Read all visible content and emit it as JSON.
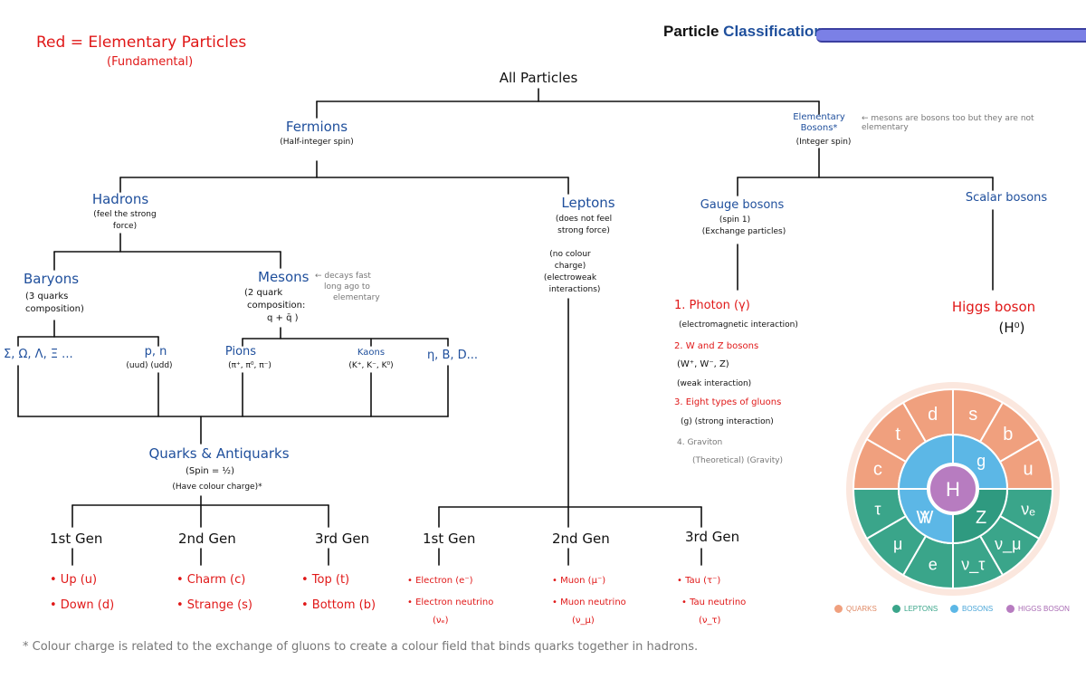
{
  "header": {
    "title_a": "Particle",
    "title_b": "Classification",
    "key_line1": "Red = Elementary Particles",
    "key_line2": "(Fundamental)"
  },
  "tree": {
    "root": "All Particles",
    "fermions": {
      "label": "Fermions",
      "note": "(Half-integer spin)"
    },
    "bosons": {
      "label": "Elementary Bosons*",
      "note": "(Integer spin)",
      "side_note": "← mesons are bosons too but they are not elementary"
    },
    "hadrons": {
      "label": "Hadrons",
      "note1": "(feel the strong",
      "note2": "force)"
    },
    "leptons": {
      "label": "Leptons",
      "note1": "(does not feel",
      "note2": "strong force)",
      "note3": "(no colour",
      "note4": "charge)",
      "note5": "(electroweak",
      "note6": "interactions)"
    },
    "gauge": {
      "label": "Gauge bosons",
      "note1": "(spin 1)",
      "note2": "(Exchange particles)"
    },
    "scalar": {
      "label": "Scalar bosons"
    },
    "baryons": {
      "label": "Baryons",
      "note1": "(3 quarks",
      "note2": "composition)"
    },
    "mesons": {
      "label": "Mesons",
      "note1": "(2 quark",
      "note2": "composition:",
      "note3": "q + q̄ )",
      "side_note1": "← decays fast",
      "side_note2": "long ago to",
      "side_note3": "elementary"
    },
    "baryon_list": "Σ, Ω, Λ, Ξ ...",
    "pn": {
      "label": "p, n",
      "note": "(uud) (udd)"
    },
    "pions": {
      "label": "Pions",
      "note": "(π⁺, π⁰, π⁻)"
    },
    "kaons": {
      "label": "Kaons",
      "note": "(K⁺, K⁻, K⁰)"
    },
    "other_mesons": "η, B, D...",
    "quarks": {
      "label": "Quarks & Antiquarks",
      "note1": "(Spin = ½)",
      "note2": "(Have colour charge)*"
    },
    "gauge_items": [
      {
        "line1": "1. Photon (γ)",
        "line2": "(electromagnetic interaction)",
        "color": "#e01818"
      },
      {
        "line1": "2. W and Z bosons",
        "line2": "(W⁺, W⁻, Z)",
        "line3": "(weak interaction)",
        "color": "#e01818"
      },
      {
        "line1": "3. Eight types of gluons",
        "line2": "(g) (strong interaction)",
        "color": "#e01818"
      },
      {
        "line1": "4. Graviton",
        "line2": "(Theoretical) (Gravity)",
        "color": "#777777"
      }
    ],
    "higgs": {
      "label": "Higgs boson",
      "symbol": "(H⁰)"
    },
    "quark_gens": [
      {
        "gen": "1st Gen",
        "a": "• Up (u)",
        "b": "• Down (d)"
      },
      {
        "gen": "2nd Gen",
        "a": "• Charm (c)",
        "b": "• Strange (s)"
      },
      {
        "gen": "3rd Gen",
        "a": "• Top (t)",
        "b": "• Bottom (b)"
      }
    ],
    "lepton_gens": [
      {
        "gen": "1st Gen",
        "a": "• Electron (e⁻)",
        "b": "• Electron neutrino",
        "c": "(νₑ)"
      },
      {
        "gen": "2nd Gen",
        "a": "• Muon (μ⁻)",
        "b": "• Muon neutrino",
        "c": "(ν_μ)"
      },
      {
        "gen": "3rd Gen",
        "a": "• Tau (τ⁻)",
        "b": "• Tau neutrino",
        "c": "(ν_τ)"
      }
    ],
    "footnote": "* Colour charge is related to the exchange of gluons to create a colour field that binds quarks together in hadrons."
  },
  "wheel": {
    "colors": {
      "quarks": "#f0a07e",
      "leptons": "#3aa58a",
      "bosons": "#5cb7e6",
      "higgs": "#b77cc0"
    },
    "quarks": [
      "c",
      "t",
      "d",
      "s",
      "b",
      "u"
    ],
    "leptons": [
      "νₑ",
      "ν_μ",
      "ν_τ",
      "e",
      "μ",
      "τ"
    ],
    "bosons": [
      "Y",
      "g",
      "Z",
      "W"
    ],
    "higgs": "H",
    "legend": [
      "QUARKS",
      "LEPTONS",
      "BOSONS",
      "HIGGS BOSON"
    ]
  }
}
